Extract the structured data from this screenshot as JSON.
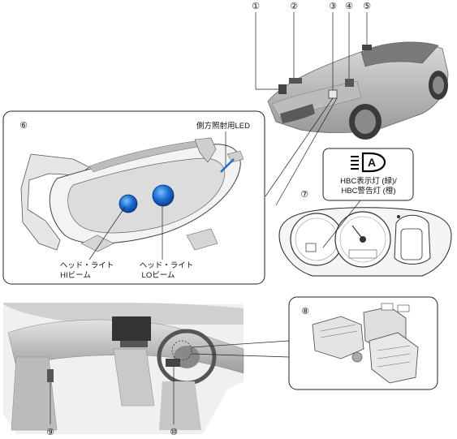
{
  "callouts": {
    "n1": "①",
    "n2": "②",
    "n3": "③",
    "n4": "④",
    "n5": "⑤",
    "n6": "⑥",
    "n7": "⑦",
    "n8": "⑧",
    "n9": "⑨",
    "n10": "⑩"
  },
  "headlight": {
    "side_led": "側方照射用LED",
    "hi_line1": "ヘッド・ライト",
    "hi_line2": "HIビーム",
    "lo_line1": "ヘッド・ライト",
    "lo_line2": "LOビーム"
  },
  "cluster": {
    "hbc_line1": "HBC表示灯 (緑)/",
    "hbc_line2": "HBC警告灯 (橙)",
    "hbc_icon_letter": "A"
  },
  "colors": {
    "lamp_blue": "#1a6fd6",
    "line": "#222222",
    "shade_light": "#cfcfcf",
    "shade_mid": "#a8a8a8",
    "shade_dark": "#6e6e6e"
  },
  "icons": [
    "hbc-indicator-icon"
  ]
}
